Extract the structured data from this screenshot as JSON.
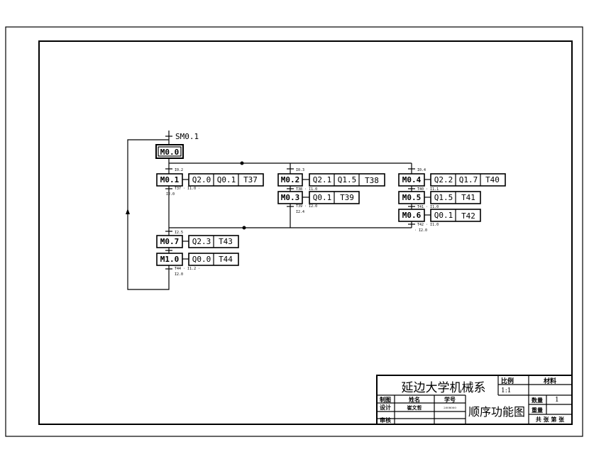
{
  "diagram": {
    "init_label": "SM0.1",
    "steps": {
      "m00": "M0.0",
      "m01": "M0.1",
      "m02": "M0.2",
      "m03": "M0.3",
      "m04": "M0.4",
      "m05": "M0.5",
      "m06": "M0.6",
      "m07": "M0.7",
      "m10": "M1.0"
    },
    "actions": {
      "m01": [
        "Q2.0",
        "Q0.1",
        "T37"
      ],
      "m02": [
        "Q2.1",
        "Q1.5",
        "T38"
      ],
      "m03": [
        "Q0.1",
        "T39"
      ],
      "m04": [
        "Q2.2",
        "Q1.7",
        "T40"
      ],
      "m05": [
        "Q1.5",
        "T41"
      ],
      "m06": [
        "Q0.1",
        "T42"
      ],
      "m07": [
        "Q2.3",
        "T43"
      ],
      "m10": [
        "Q0.0",
        "T44"
      ]
    },
    "transitions": {
      "t1": "I0.2",
      "t2": "I0.3",
      "t3": "I0.4",
      "t4a": "T37 · I1.0 ·",
      "t4b": "I2.0",
      "t5": "T38 · I1.0",
      "t6a": "T39 · I2.0",
      "t6b": "I2.4",
      "t7": "T40 · I1.1",
      "t8": "T41 · I1.0",
      "t9a": "T42 · I1.0",
      "t9b": "· I2.0",
      "t10": "I2.5",
      "t11a": "T44 · I1.2 ·",
      "t11b": "I2.0"
    }
  },
  "title_block": {
    "org": "延边大学机械系",
    "scale_label": "比例",
    "scale_value": "1:1",
    "material_label": "材料",
    "drawn_label": "制图",
    "name_label": "姓名",
    "id_label": "学号",
    "design_label": "设计",
    "designer": "崔文哲",
    "student_id": "2008000",
    "review_label": "审核",
    "drawing_title": "顺序功能图",
    "qty_label": "数量",
    "qty_value": "1",
    "weight_label": "重量",
    "sheets": "共 张 第 张"
  }
}
